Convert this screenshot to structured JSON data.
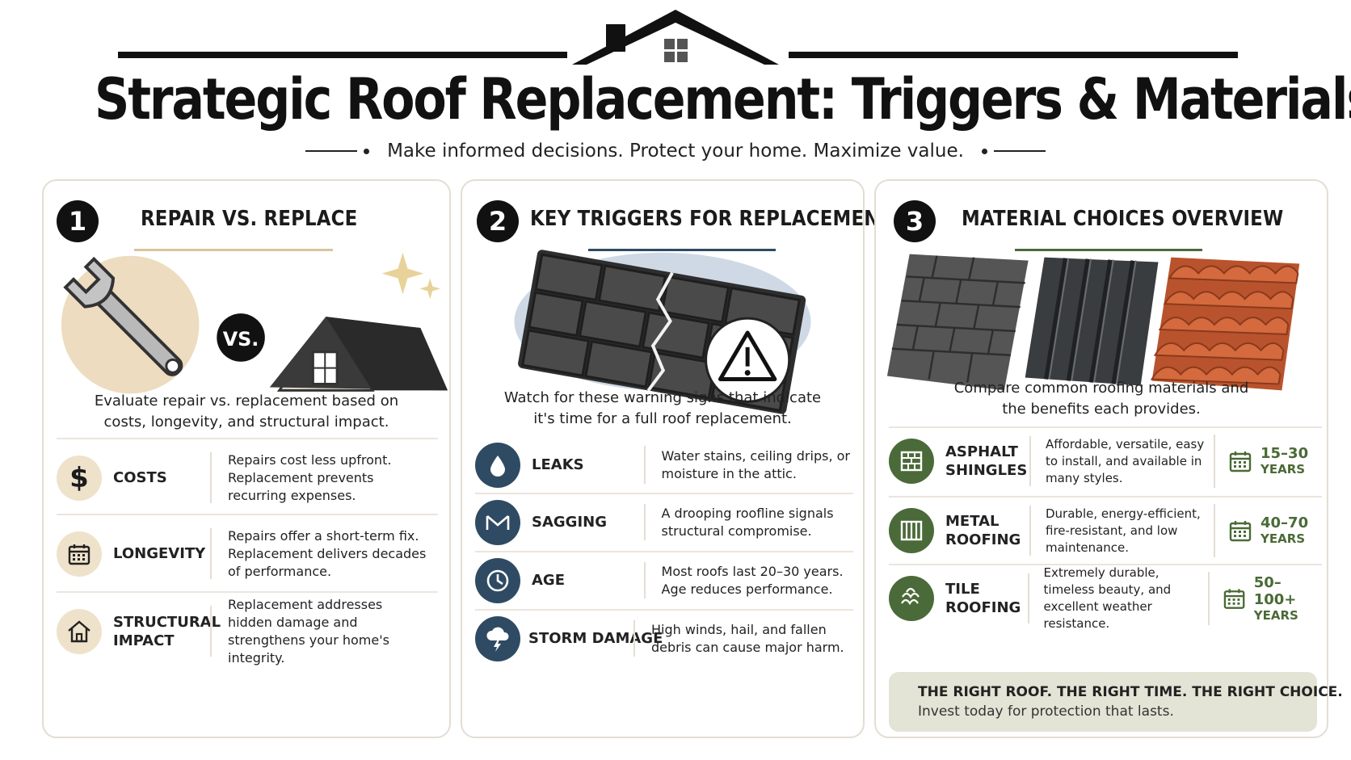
{
  "header": {
    "title": "Strategic Roof Replacement: Triggers & Materials",
    "subtitle": "Make informed decisions. Protect your home. Maximize value."
  },
  "colors": {
    "accent_tan": "#d9c49f",
    "accent_navy": "#2f4b63",
    "accent_green": "#4b6a39",
    "banner_bg": "#e4e4d6"
  },
  "panel1": {
    "number": "1",
    "title": "REPAIR VS. REPLACE",
    "vs_label": "VS.",
    "description_line1": "Evaluate repair vs. replacement based on",
    "description_line2": "costs, longevity, and structural impact.",
    "rows": [
      {
        "icon": "dollar-icon",
        "label": "COSTS",
        "text": "Repairs cost less upfront. Replacement prevents recurring expenses."
      },
      {
        "icon": "calendar-icon",
        "label": "LONGEVITY",
        "text": "Repairs offer a short-term fix. Replacement delivers decades of performance."
      },
      {
        "icon": "home-icon",
        "label_line1": "STRUCTURAL",
        "label_line2": "IMPACT",
        "text": "Replacement addresses hidden damage and strengthens your home's integrity."
      }
    ]
  },
  "panel2": {
    "number": "2",
    "title": "KEY TRIGGERS FOR REPLACEMENT",
    "description_line1": "Watch for these warning signs that indicate",
    "description_line2": "it's time for a full roof replacement.",
    "rows": [
      {
        "icon": "water-drop-icon",
        "label": "LEAKS",
        "text": "Water stains, ceiling drips, or moisture in the attic."
      },
      {
        "icon": "sagging-roof-icon",
        "label": "SAGGING",
        "text": "A drooping roofline signals structural compromise."
      },
      {
        "icon": "clock-icon",
        "label": "AGE",
        "text": "Most roofs last 20–30 years. Age reduces performance."
      },
      {
        "icon": "storm-icon",
        "label": "STORM DAMAGE",
        "text": "High winds, hail, and fallen debris can cause major harm."
      }
    ]
  },
  "panel3": {
    "number": "3",
    "title": "MATERIAL CHOICES OVERVIEW",
    "description_line1": "Compare common roofing materials and",
    "description_line2": "the benefits each provides.",
    "rows": [
      {
        "icon": "shingle-icon",
        "label_line1": "ASPHALT",
        "label_line2": "SHINGLES",
        "text": "Affordable, versatile, easy to install, and available in many styles.",
        "range": "15–30",
        "unit": "YEARS"
      },
      {
        "icon": "metal-panel-icon",
        "label_line1": "METAL",
        "label_line2": "ROOFING",
        "text": "Durable, energy-efficient, fire-resistant, and low maintenance.",
        "range": "40–70",
        "unit": "YEARS"
      },
      {
        "icon": "tile-icon",
        "label_line1": "TILE",
        "label_line2": "ROOFING",
        "text": "Extremely durable, timeless beauty, and excellent weather resistance.",
        "range": "50–100+",
        "unit": "YEARS"
      }
    ],
    "banner": {
      "headline": "THE RIGHT ROOF. THE RIGHT TIME. THE RIGHT CHOICE.",
      "subline": "Invest today for protection that lasts."
    }
  }
}
